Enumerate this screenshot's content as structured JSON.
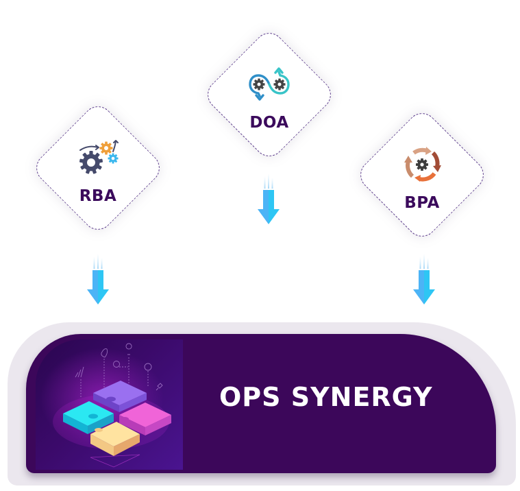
{
  "diagram": {
    "sources": [
      {
        "id": "rba",
        "label": "RBA",
        "icon": "gears-arrows-icon"
      },
      {
        "id": "doa",
        "label": "DOA",
        "icon": "infinity-gears-icon"
      },
      {
        "id": "bpa",
        "label": "BPA",
        "icon": "cycle-gear-icon"
      }
    ],
    "target": {
      "label": "OPS SYNERGY",
      "image": "puzzle-pieces-illustration"
    },
    "colors": {
      "label_text": "#3b0a5c",
      "dashed_border": "#5a3a8a",
      "arrow": "#33b5f5",
      "panel_bg": "#3c075a",
      "outer_panel_bg": "#ebe7ee",
      "panel_text": "#ffffff"
    }
  }
}
